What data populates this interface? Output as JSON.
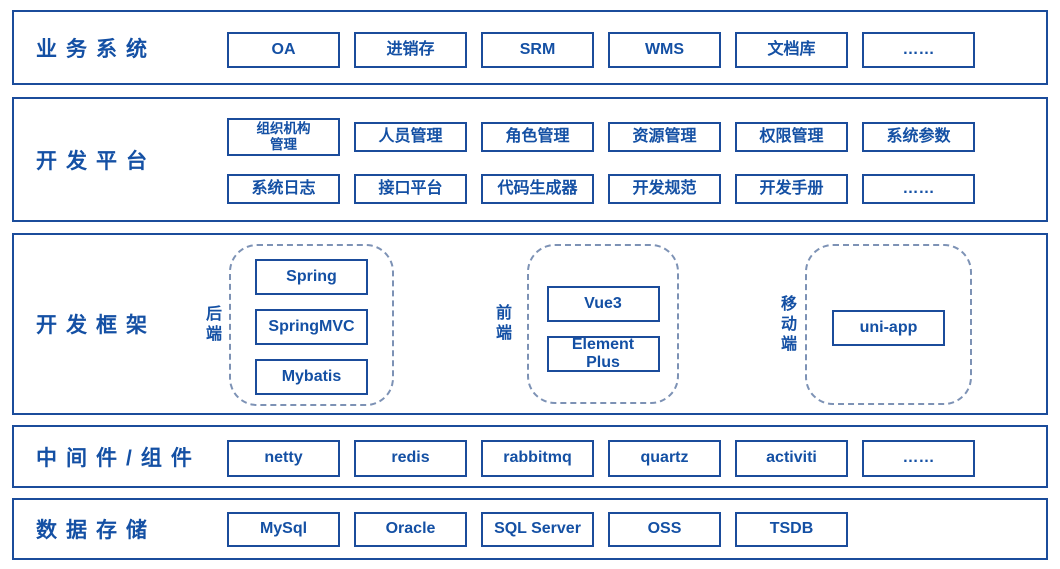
{
  "colors": {
    "border": "#1B4C9B",
    "text": "#1450A4",
    "dashed_outline": "#7D92B5"
  },
  "rows": {
    "business": {
      "label": "业务系统",
      "items": [
        "OA",
        "进销存",
        "SRM",
        "WMS",
        "文档库",
        "……"
      ]
    },
    "platform": {
      "label": "开发平台",
      "row1": [
        "组织机构管理",
        "人员管理",
        "角色管理",
        "资源管理",
        "权限管理",
        "系统参数"
      ],
      "row2": [
        "系统日志",
        "接口平台",
        "代码生成器",
        "开发规范",
        "开发手册",
        "……"
      ]
    },
    "framework": {
      "label": "开发框架",
      "backend": {
        "side": "后端",
        "items": [
          "Spring",
          "SpringMVC",
          "Mybatis"
        ]
      },
      "frontend": {
        "side": "前端",
        "items": [
          "Vue3",
          "Element Plus"
        ]
      },
      "mobile": {
        "side": "移动端",
        "items": [
          "uni-app"
        ]
      }
    },
    "middleware": {
      "label": "中间件/组件",
      "items": [
        "netty",
        "redis",
        "rabbitmq",
        "quartz",
        "activiti",
        "……"
      ]
    },
    "storage": {
      "label": "数据存储",
      "items": [
        "MySql",
        "Oracle",
        "SQL Server",
        "OSS",
        "TSDB"
      ]
    }
  }
}
